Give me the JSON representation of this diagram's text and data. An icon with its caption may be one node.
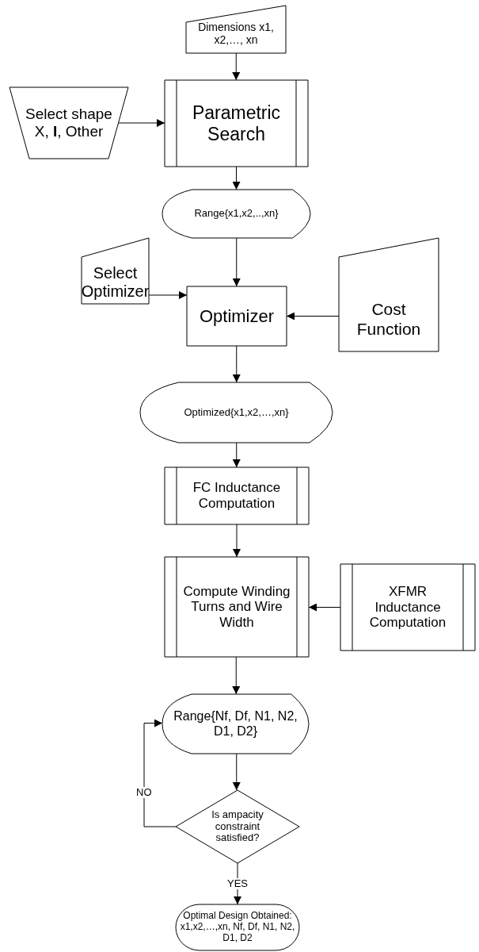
{
  "diagram": {
    "nodes": [
      {
        "text": [
          "Dimensions x1, x2,…, xn"
        ]
      },
      {
        "text": [
          "Select shape X, **I**, Other"
        ]
      },
      {
        "text": [
          "Parametric Search"
        ]
      },
      {
        "text": [
          "Range{x1,x2,..,xn}"
        ]
      },
      {
        "text": [
          "Select Optimizer"
        ]
      },
      {
        "text": [
          "Optimizer"
        ]
      },
      {
        "text": [
          "Cost Function"
        ]
      },
      {
        "text": [
          "Optimized{x1,x2,…,xn}"
        ]
      },
      {
        "text": [
          "FC Inductance Computation"
        ]
      },
      {
        "text": [
          "Compute Winding Turns and Wire Width"
        ]
      },
      {
        "text": [
          "XFMR Inductance Computation"
        ]
      },
      {
        "text": [
          "Range{Nf, Df, N1, N2, D1, D2}"
        ]
      },
      {
        "text": [
          "Is ampacity constraint satisfied?"
        ]
      },
      {
        "text": [
          "Optimal Design Obtained: x1,x2,…,xn, Nf, Df, N1, N2, D1, D2"
        ]
      }
    ],
    "edges": [
      {
        "from": 0,
        "to": 2,
        "arrow": "to"
      },
      {
        "from": 1,
        "to": 2,
        "arrow": "to"
      },
      {
        "from": 2,
        "to": 3,
        "arrow": "to"
      },
      {
        "from": 3,
        "to": 5,
        "arrow": "to"
      },
      {
        "from": 4,
        "to": 5,
        "arrow": "to"
      },
      {
        "from": 6,
        "to": 5,
        "arrow": "to"
      },
      {
        "from": 5,
        "to": 7,
        "arrow": "to"
      },
      {
        "from": 7,
        "to": 8,
        "arrow": "to"
      },
      {
        "from": 8,
        "to": 9,
        "arrow": "to"
      },
      {
        "from": 10,
        "to": 9,
        "arrow": "to"
      },
      {
        "from": 9,
        "to": 11,
        "arrow": "to"
      },
      {
        "from": 11,
        "to": 12,
        "arrow": "to"
      },
      {
        "from": 12,
        "to": 11,
        "label": "NO",
        "arrow": "to"
      },
      {
        "from": 12,
        "to": 13,
        "label": "YES",
        "arrow": "to"
      }
    ]
  }
}
